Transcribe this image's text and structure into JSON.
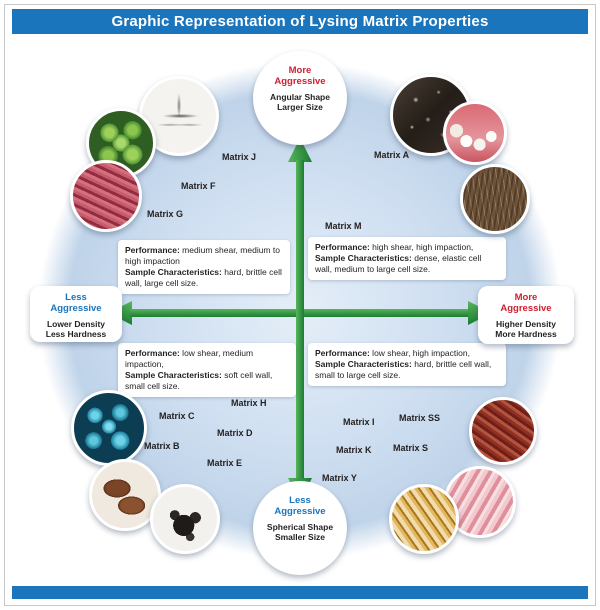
{
  "title": "Graphic Representation of Lysing Matrix Properties",
  "colors": {
    "header_blue": "#1b75bc",
    "red_accent": "#cf2030",
    "blue_accent": "#1b75bc",
    "arrow_green": "#2f9e41",
    "ellipse_blue": "#cfdff1"
  },
  "axis_labels": {
    "top": {
      "aggr": "More Aggressive",
      "desc1": "Angular Shape",
      "desc2": "Larger Size"
    },
    "bottom": {
      "aggr": "Less Aggressive",
      "desc1": "Spherical Shape",
      "desc2": "Smaller Size"
    },
    "left": {
      "aggr": "Less Aggressive",
      "desc1": "Lower Density",
      "desc2": "Less Hardness"
    },
    "right": {
      "aggr": "More Aggressive",
      "desc1": "Higher Density",
      "desc2": "More Hardness"
    }
  },
  "quadrants": {
    "top_left": {
      "matrices": [
        "Matrix J",
        "Matrix F",
        "Matrix G"
      ],
      "performance_label": "Performance:",
      "performance_text": " medium shear, medium to high impaction",
      "sample_label": "Sample Characteristics:",
      "sample_text": " hard, brittle cell wall, large cell size."
    },
    "top_right": {
      "matrices": [
        "Matrix A",
        "Matrix M"
      ],
      "performance_label": "Performance:",
      "performance_text": " high shear, high impaction,",
      "sample_label": "Sample Characteristics:",
      "sample_text": " dense, elastic cell wall, medium to large cell size."
    },
    "bottom_left": {
      "matrices": [
        "Matrix H",
        "Matrix C",
        "Matrix D",
        "Matrix B",
        "Matrix E"
      ],
      "performance_label": "Performance:",
      "performance_text": " low shear, medium impaction,",
      "sample_label": "Sample Characteristics:",
      "sample_text": " soft cell wall, small cell size."
    },
    "bottom_right": {
      "matrices": [
        "Matrix I",
        "Matrix SS",
        "Matrix K",
        "Matrix S",
        "Matrix Y"
      ],
      "performance_label": "Performance:",
      "performance_text": " low shear, high impaction,",
      "sample_label": "Sample Characteristics:",
      "sample_text": " hard, brittle cell wall, small to large cell size."
    }
  },
  "photos": {
    "top_left": [
      "mosquito",
      "green-pollen-spheres",
      "coral-red-tissue"
    ],
    "top_right": [
      "dark-seeds",
      "teeth",
      "fibrous-soil"
    ],
    "bottom_left": [
      "blue-cell-spheres",
      "kidney-organ-tissue",
      "black-seeds"
    ],
    "bottom_right": [
      "striated-muscle-tissue",
      "pink-meat-tissue",
      "wheat-grain"
    ]
  }
}
